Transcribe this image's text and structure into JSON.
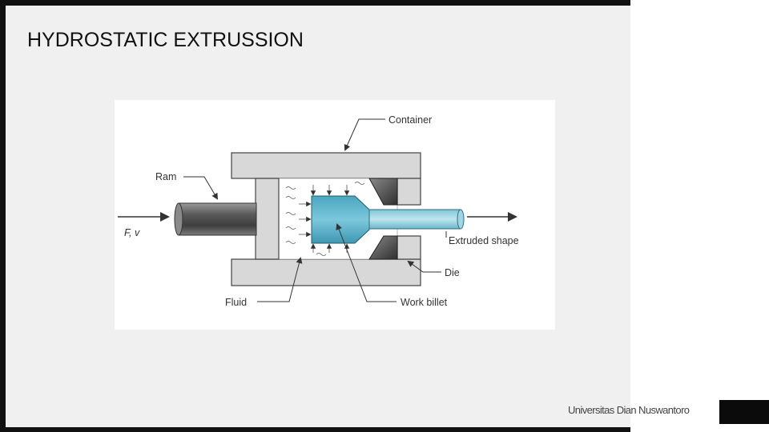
{
  "slide": {
    "title": "HYDROSTATIC EXTRUSSION",
    "footer": "Universitas Dian Nuswantoro"
  },
  "diagram": {
    "labels": {
      "container": "Container",
      "ram": "Ram",
      "force": "F, v",
      "extruded": "Extruded shape",
      "die": "Die",
      "fluid": "Fluid",
      "billet": "Work billet"
    },
    "colors": {
      "container": "#d8d8d8",
      "billet": "#5fb8cf",
      "ram": "#6d6d6d",
      "die": "#4a4a4a"
    }
  }
}
